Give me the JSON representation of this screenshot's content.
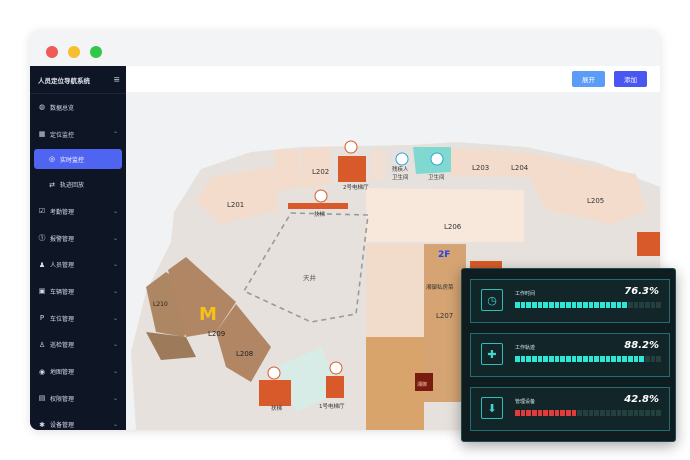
{
  "app": {
    "title": "人员定位导航系统"
  },
  "sidebar": {
    "items": [
      {
        "label": "数据总览",
        "icon": "wifi-icon"
      },
      {
        "label": "定位监控",
        "icon": "chart-icon",
        "expanded": true
      },
      {
        "label": "实时监控",
        "icon": "target-icon",
        "active": true
      },
      {
        "label": "轨迹回放",
        "icon": "route-icon"
      },
      {
        "label": "考勤管理",
        "icon": "checkbox-icon"
      },
      {
        "label": "报警管理",
        "icon": "alert-icon"
      },
      {
        "label": "人员管理",
        "icon": "person-icon"
      },
      {
        "label": "车辆管理",
        "icon": "car-icon"
      },
      {
        "label": "车位管理",
        "icon": "parking-icon"
      },
      {
        "label": "巡检管理",
        "icon": "patrol-icon"
      },
      {
        "label": "地图管理",
        "icon": "map-icon"
      },
      {
        "label": "权限管理",
        "icon": "lock-icon"
      },
      {
        "label": "设备管理",
        "icon": "bluetooth-icon"
      }
    ]
  },
  "toolbar": {
    "expand_label": "展开",
    "add_label": "添加"
  },
  "map": {
    "floor": "2F",
    "shops": [
      "L201",
      "L202",
      "L203",
      "L204",
      "L205",
      "L206",
      "L207",
      "L208",
      "L209",
      "L210"
    ],
    "labels": {
      "atrium": "天井",
      "elevator2": "2号电梯厅",
      "elevator1": "1号电梯厅",
      "escalator_a": "扶梯",
      "escalator_b": "扶梯",
      "restroom_a": "残疾人\n卫生间",
      "restroom_b": "卫生间",
      "shop_l207": "湘御私房菜",
      "logo_text": "湘御"
    }
  },
  "stats": [
    {
      "label": "工作时间",
      "value": "76.3%",
      "level": 0.763,
      "color": "#2ee6d6",
      "icon": "clock-icon"
    },
    {
      "label": "工作轨迹",
      "value": "88.2%",
      "level": 0.882,
      "color": "#2ee6d6",
      "icon": "user-add-icon"
    },
    {
      "label": "管理设备",
      "value": "42.8%",
      "level": 0.428,
      "color": "#e23b3b",
      "icon": "device-icon"
    }
  ]
}
